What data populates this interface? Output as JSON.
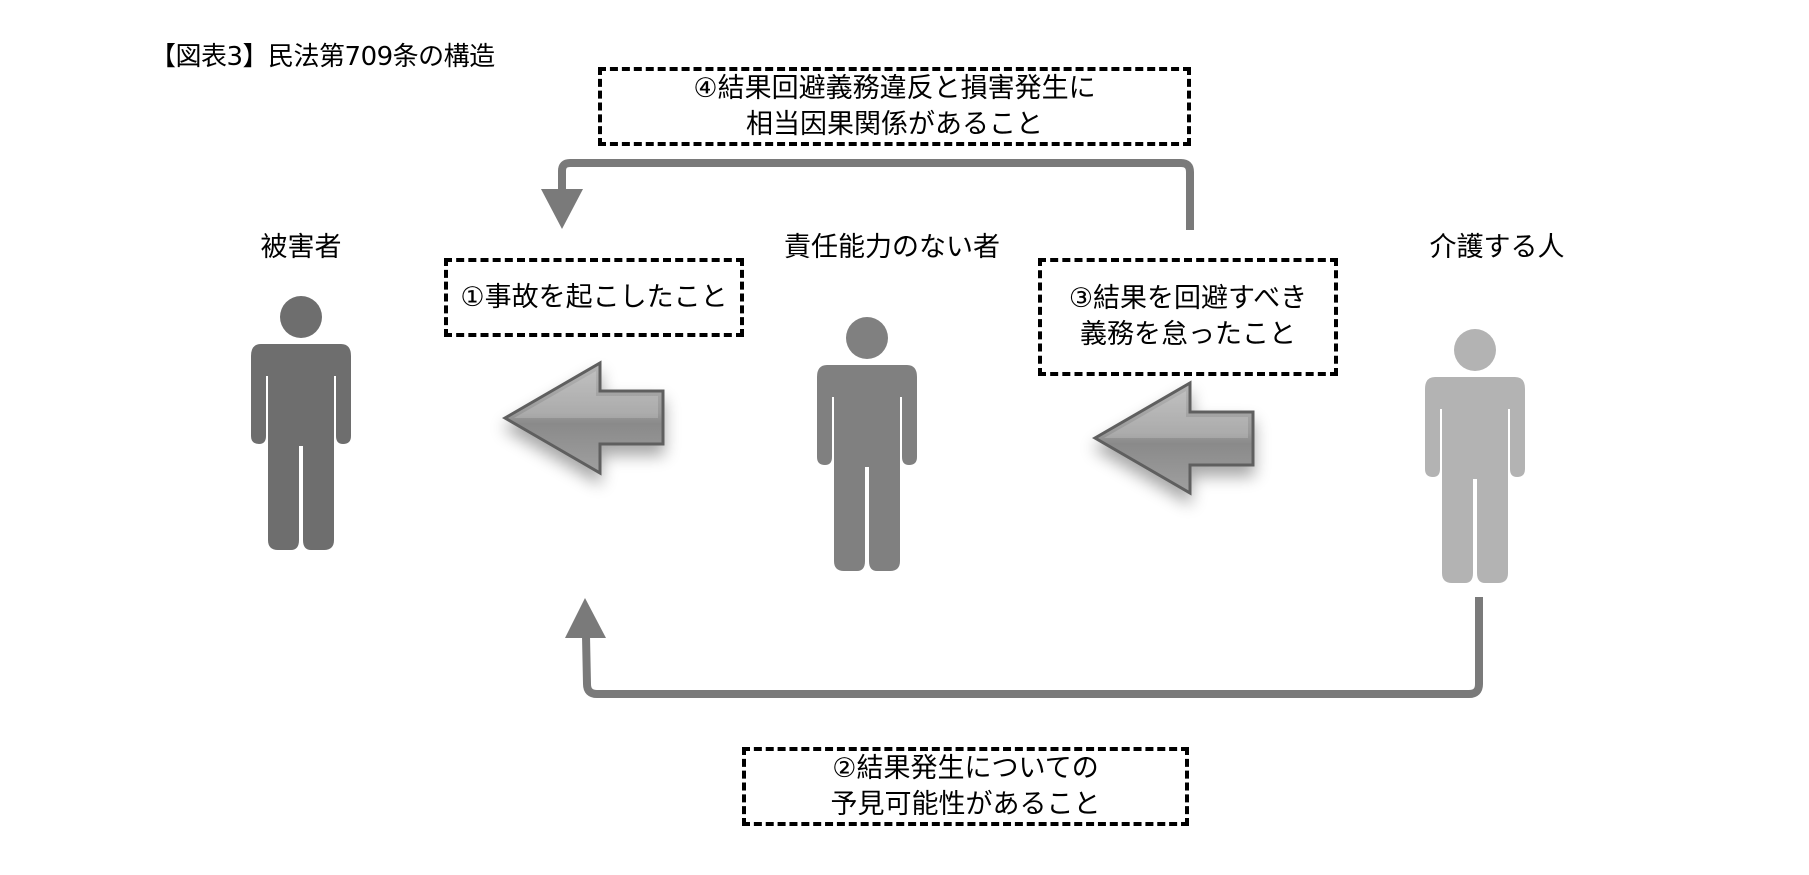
{
  "title": "【図表3】民法第709条の構造",
  "people": [
    {
      "id": "victim",
      "label": "被害者",
      "icon": "person-icon",
      "color": "#6e6e6e"
    },
    {
      "id": "incapable-person",
      "label": "責任能力のない者",
      "icon": "person-icon",
      "color": "#808080"
    },
    {
      "id": "caregiver",
      "label": "介護する人",
      "icon": "person-icon",
      "color": "#b3b3b3"
    }
  ],
  "boxes": {
    "accident": {
      "lines": [
        "①事故を起こしたこと"
      ]
    },
    "foreseeability": {
      "lines": [
        "②結果発生についての",
        "予見可能性があること"
      ]
    },
    "duty_breach": {
      "lines": [
        "③結果を回避すべき",
        "義務を怠ったこと"
      ]
    },
    "causation": {
      "lines": [
        "④結果回避義務違反と損害発生に",
        "相当因果関係があること"
      ]
    }
  },
  "connectors": {
    "line_color": "#7a7a7a",
    "block_arrow_color": "#8c8c8c"
  }
}
